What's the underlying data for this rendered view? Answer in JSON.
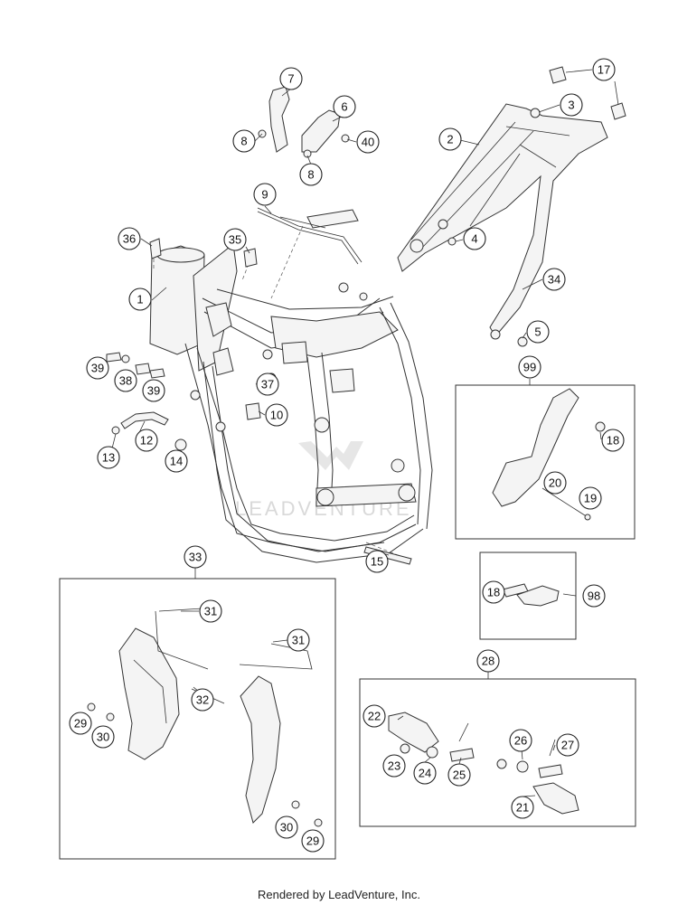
{
  "footer_text": "Rendered by LeadVenture, Inc.",
  "watermark_text": "LEADVENTURE",
  "callouts": {
    "c1": "1",
    "c2": "2",
    "c3": "3",
    "c4": "4",
    "c5": "5",
    "c6": "6",
    "c7": "7",
    "c8a": "8",
    "c8b": "8",
    "c9": "9",
    "c10": "10",
    "c12": "12",
    "c13": "13",
    "c14": "14",
    "c15": "15",
    "c17": "17",
    "c18a": "18",
    "c18b": "18",
    "c19": "19",
    "c20": "20",
    "c21": "21",
    "c22": "22",
    "c23": "23",
    "c24": "24",
    "c25": "25",
    "c26": "26",
    "c27": "27",
    "c28": "28",
    "c29a": "29",
    "c29b": "29",
    "c30a": "30",
    "c30b": "30",
    "c31a": "31",
    "c31b": "31",
    "c32": "32",
    "c33": "33",
    "c34": "34",
    "c35": "35",
    "c36": "36",
    "c37": "37",
    "c38": "38",
    "c39a": "39",
    "c39b": "39",
    "c40": "40",
    "c98": "98",
    "c99": "99"
  }
}
